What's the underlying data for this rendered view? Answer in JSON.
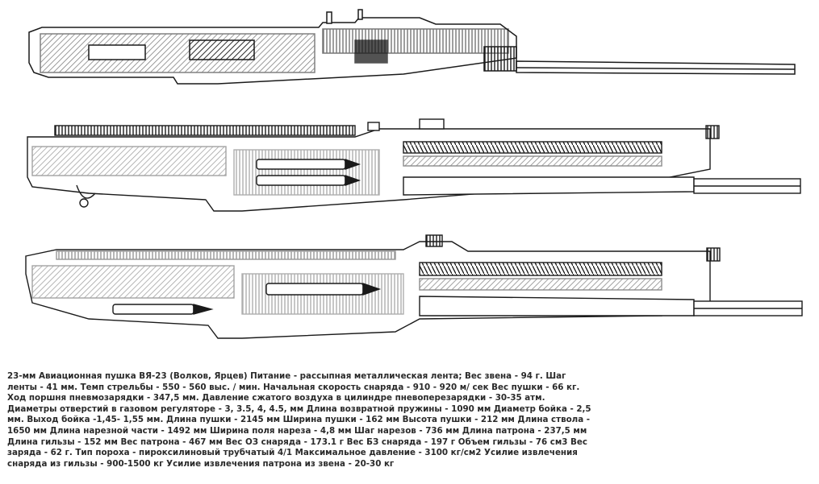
{
  "caption": {
    "lines": [
      "23-мм Авиационная пушка ВЯ-23 (Волков, Ярцев) Питание - рассыпная металлическая лента; Вес звена - 94 г. Шаг",
      "ленты - 41 мм. Темп стрельбы - 550 - 560 выс. / мин. Начальная скорость снаряда - 910 - 920 м/ сек Вес пушки - 66 кг.",
      "Ход поршня пневмозарядки - 347,5 мм. Давление сжатого воздуха в цилиндре пневоперезарядки - 30-35 атм.",
      "Диаметры отверстий в газовом регуляторе - 3, 3.5, 4, 4.5, мм Длина возвратной пружины - 1090 мм Диаметр бойка - 2,5",
      "мм. Выход бойка -1,45- 1,55 мм. Длина пушки - 2145 мм Ширина пушки - 162 мм Высота пушки - 212 мм Длина ствола -",
      "1650 мм Длина нарезной части - 1492 мм Ширина поля нареза - 4,8 мм Шаг нарезов - 736 мм Длина патрона - 237,5 мм",
      "Длина гильзы - 152 мм Вес патрона - 467 мм Вес ОЗ снаряда - 173.1 г Вес БЗ снаряда - 197 г Объем гильзы - 76 см3 Вес",
      "заряда - 62 г. Тип пороха - пироксилиновый трубчатый 4/1 Максимальное давление - 3100 кг/см2 Усилие извлечения",
      "снаряда из гильзы - 900-1500 кг Усилие извлечения патрона из звена - 20-30 кг"
    ]
  },
  "colors": {
    "ink": "#1a1a1a",
    "paper": "#ffffff",
    "text": "#2a2a2a"
  }
}
